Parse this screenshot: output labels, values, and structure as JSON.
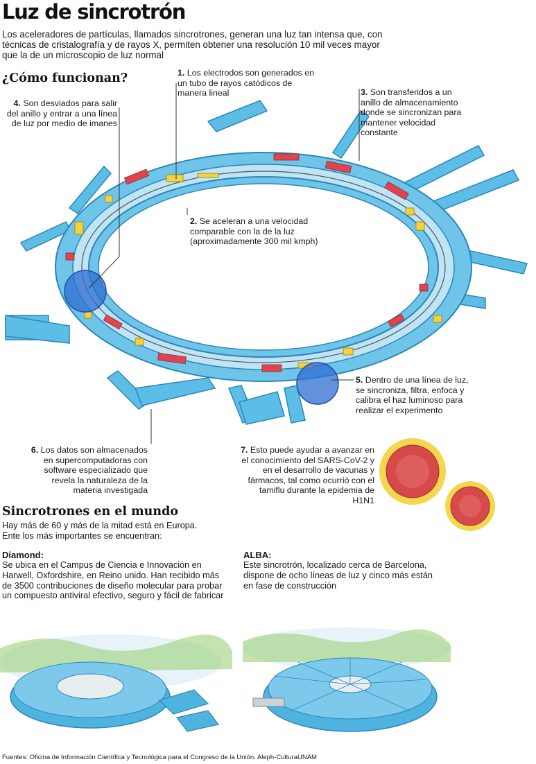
{
  "header": {
    "title": "Luz de sincrotrón",
    "intro": "Los aceleradores de partículas, llamados sincrotrones, generan una luz tan intensa que, con técnicas de cristalografía y de rayos X, permiten obtener una resolución 10 mil veces mayor que la de un microscopio de luz normal"
  },
  "how": {
    "heading": "¿Cómo funcionan?",
    "steps": [
      {
        "num": "1.",
        "text": "Los electrodos son generados en un tubo de rayos catódicos de manera lineal"
      },
      {
        "num": "2.",
        "text": "Se aceleran a una velocidad comparable con la de la luz (aproximadamente 300 mil kmph)"
      },
      {
        "num": "3.",
        "text": "Son transferidos a un anillo de almacenamiento donde se sincronizan para mantener velocidad constante"
      },
      {
        "num": "4.",
        "text": "Son desviados para salir del anillo y entrar a una línea de luz por medio de imanes"
      },
      {
        "num": "5.",
        "text": "Dentro de una línea de luz, se sincroniza, filtra, enfoca y calibra el haz luminoso para realizar el experimento"
      },
      {
        "num": "6.",
        "text": "Los datos son almacenados en supercomputadoras con software especializado que revela la naturaleza de la materia investigada"
      },
      {
        "num": "7.",
        "text": "Esto puede ayudar a avanzar en el conocimiento del SARS-CoV-2 y en el desarrollo de vacunas y fármacos, tal como ocurrió con el tamiflu durante la epidemia de H1N1"
      }
    ]
  },
  "world": {
    "heading": "Sincrotrones en el mundo",
    "intro": "Hay más de 60 y más de la mitad está en Europa. Ente los más importantes se encuentran:",
    "diamond": {
      "name": "Diamond:",
      "text": "Se ubica en el Campus de Ciencia e Innovación en Harwell, Oxfordshire, en Reino unido. Han recibido más de 3500 contribuciones de diseño molecular para probar un compuesto antiviral efectivo, seguro y fácil de fabricar"
    },
    "alba": {
      "name": "ALBA:",
      "text": "Este sincrotrón, localizado cerca de Barcelona, dispone de ocho líneas de luz y cinco más están en fase de construcción"
    }
  },
  "footer": {
    "sources": "Fuentes: Oficina de Información Científica y Tecnológica para el Congreso de la Unión, Aleph-CulturaUNAM"
  },
  "colors": {
    "ring": "#4fb3e0",
    "ring_dark": "#2a86b8",
    "magnet_red": "#e0454f",
    "magnet_yellow": "#f2d33c",
    "highlight_circle": "#2f6ed1",
    "virus": "#d64a4a"
  }
}
